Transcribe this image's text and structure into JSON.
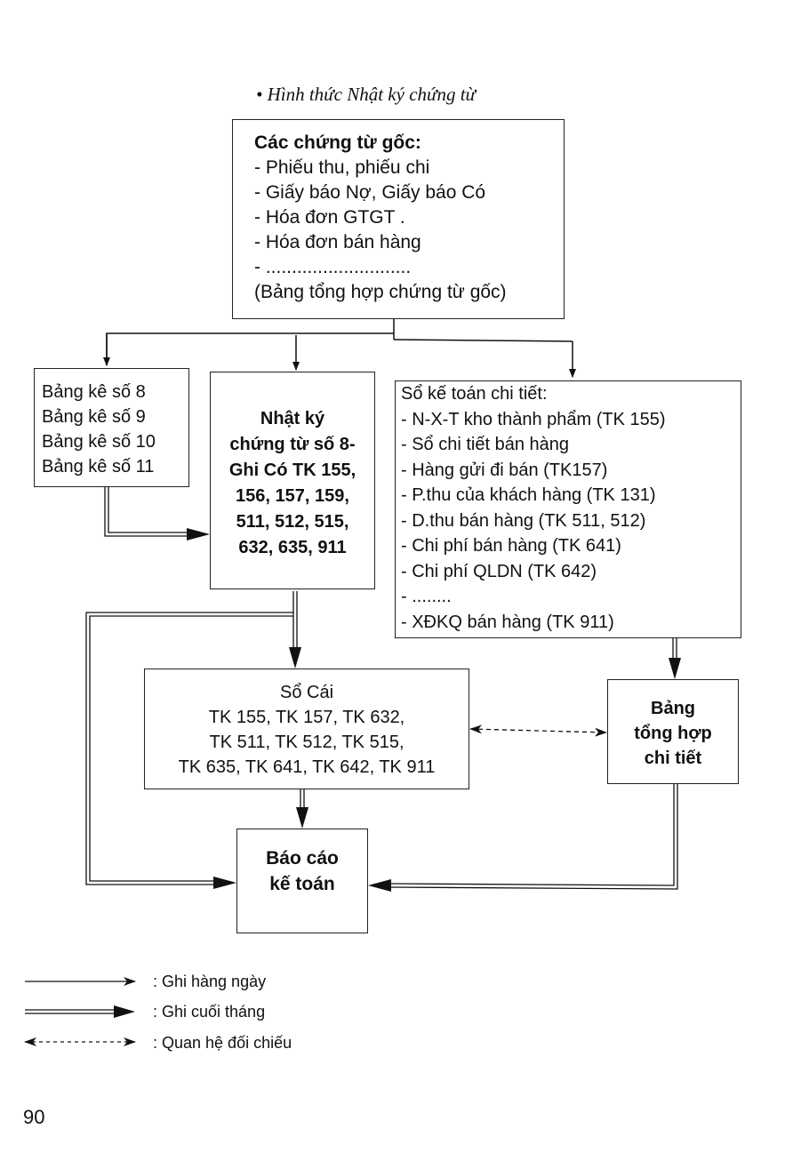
{
  "title": "• Hình thức Nhật ký chứng từ",
  "boxes": {
    "source_documents": {
      "heading": "Các chứng từ gốc:",
      "lines": [
        "- Phiếu thu, phiếu chi",
        "- Giấy báo Nợ, Giấy báo Có",
        "- Hóa đơn GTGT   .",
        "- Hóa đơn bán hàng",
        "- ............................",
        "(Bảng tổng hợp chứng từ gốc)"
      ]
    },
    "schedules": {
      "lines": [
        "Bảng kê số 8",
        "Bảng kê số 9",
        "Bảng kê số 10",
        "Bảng kê số 11"
      ]
    },
    "journal_voucher": {
      "lines": [
        "Nhật ký",
        "chứng từ số 8-",
        "Ghi Có TK 155,",
        "156, 157, 159,",
        "511, 512, 515,",
        "632, 635, 911"
      ]
    },
    "detail_ledgers": {
      "lines": [
        "Sổ kế toán chi tiết:",
        "- N-X-T kho thành phẩm (TK 155)",
        "- Sổ chi tiết bán hàng",
        "- Hàng gửi đi bán (TK157)",
        "- P.thu của khách hàng (TK 131)",
        "- D.thu bán hàng (TK 511, 512)",
        "- Chi phí bán hàng (TK 641)",
        "- Chi phí QLDN (TK 642)",
        "- ........",
        "- XĐKQ bán hàng (TK 911)"
      ]
    },
    "general_ledger": {
      "lines": [
        "Sổ Cái",
        "TK 155, TK 157, TK 632,",
        "TK 511, TK 512, TK 515,",
        "TK 635, TK 641, TK 642, TK 911"
      ]
    },
    "detail_summary": {
      "lines": [
        "Bảng",
        "tổng hợp",
        "chi tiết"
      ]
    },
    "financial_reports": {
      "lines": [
        "Báo cáo",
        "kế toán"
      ]
    }
  },
  "legend": [
    {
      "style": "single-arrow",
      "label": ": Ghi hàng ngày"
    },
    {
      "style": "double-arrow",
      "label": ": Ghi cuối tháng"
    },
    {
      "style": "dashed-bidirectional",
      "label": ": Quan hệ đối chiếu"
    }
  ],
  "page_number": "90"
}
